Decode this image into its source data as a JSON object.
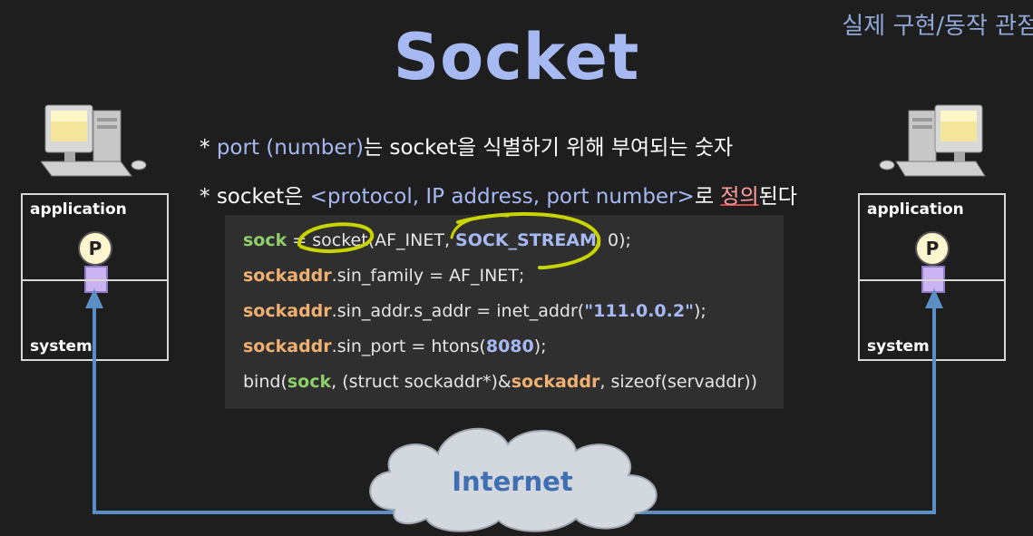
{
  "corner_title": "실제 구현/동작 관점",
  "title": "Socket",
  "bullets": {
    "b1": {
      "star": "* ",
      "hl": "port (number)",
      "rest": "는 socket을 식별하기 위해 부여되는 숫자"
    },
    "b2": {
      "star": "* ",
      "pre": "socket은 ",
      "hl": "<protocol, IP address, port number>",
      "mid": "로 ",
      "underline": "정의",
      "post": "된다"
    }
  },
  "code": {
    "l1": {
      "a": "sock",
      "b": " = socket(AF_INET, ",
      "c": "SOCK_STREAM",
      "d": ", 0);"
    },
    "l2": {
      "a": "sockaddr",
      "b": ".sin_family = AF_INET;"
    },
    "l3": {
      "a": "sockaddr",
      "b": ".sin_addr.s_addr = inet_addr(",
      "c": "\"111.0.0.2\"",
      "d": ");"
    },
    "l4": {
      "a": "sockaddr",
      "b": ".sin_port = htons(",
      "c": "8080",
      "d": ");"
    },
    "l5": {
      "a": "bind(",
      "b": "sock",
      "c": ", (struct sockaddr*)&",
      "d": "sockaddr",
      "e": ", sizeof(servaddr))"
    }
  },
  "hosts": {
    "left": {
      "application": "application",
      "system": "system",
      "process": "P"
    },
    "right": {
      "application": "application",
      "system": "system",
      "process": "P"
    }
  },
  "network": {
    "label": "Internet"
  },
  "colors": {
    "accent": "#a6b9f2",
    "green": "#8fcf6a",
    "orange": "#f0b071",
    "arrow": "#5b8ec4",
    "highlighter": "#c8d400"
  },
  "icons": [
    "desktop-computer-icon",
    "cloud-icon",
    "arrow-up-icon"
  ]
}
